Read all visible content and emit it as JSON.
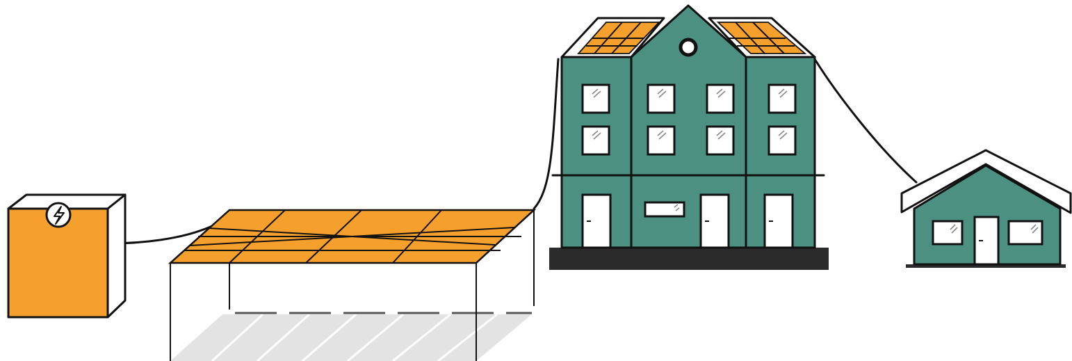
{
  "colors": {
    "panel": "#f5a02c",
    "building": "#4b9080",
    "foundation": "#2b2b2b",
    "outline": "#111111",
    "ground_shadow": "#e0e0e0",
    "white": "#ffffff"
  },
  "icons": {
    "battery": "lightning-bolt-icon"
  },
  "components": {
    "battery": "battery-storage",
    "carport": "solar-carport",
    "apartment": "apartment-building",
    "house": "small-house"
  }
}
